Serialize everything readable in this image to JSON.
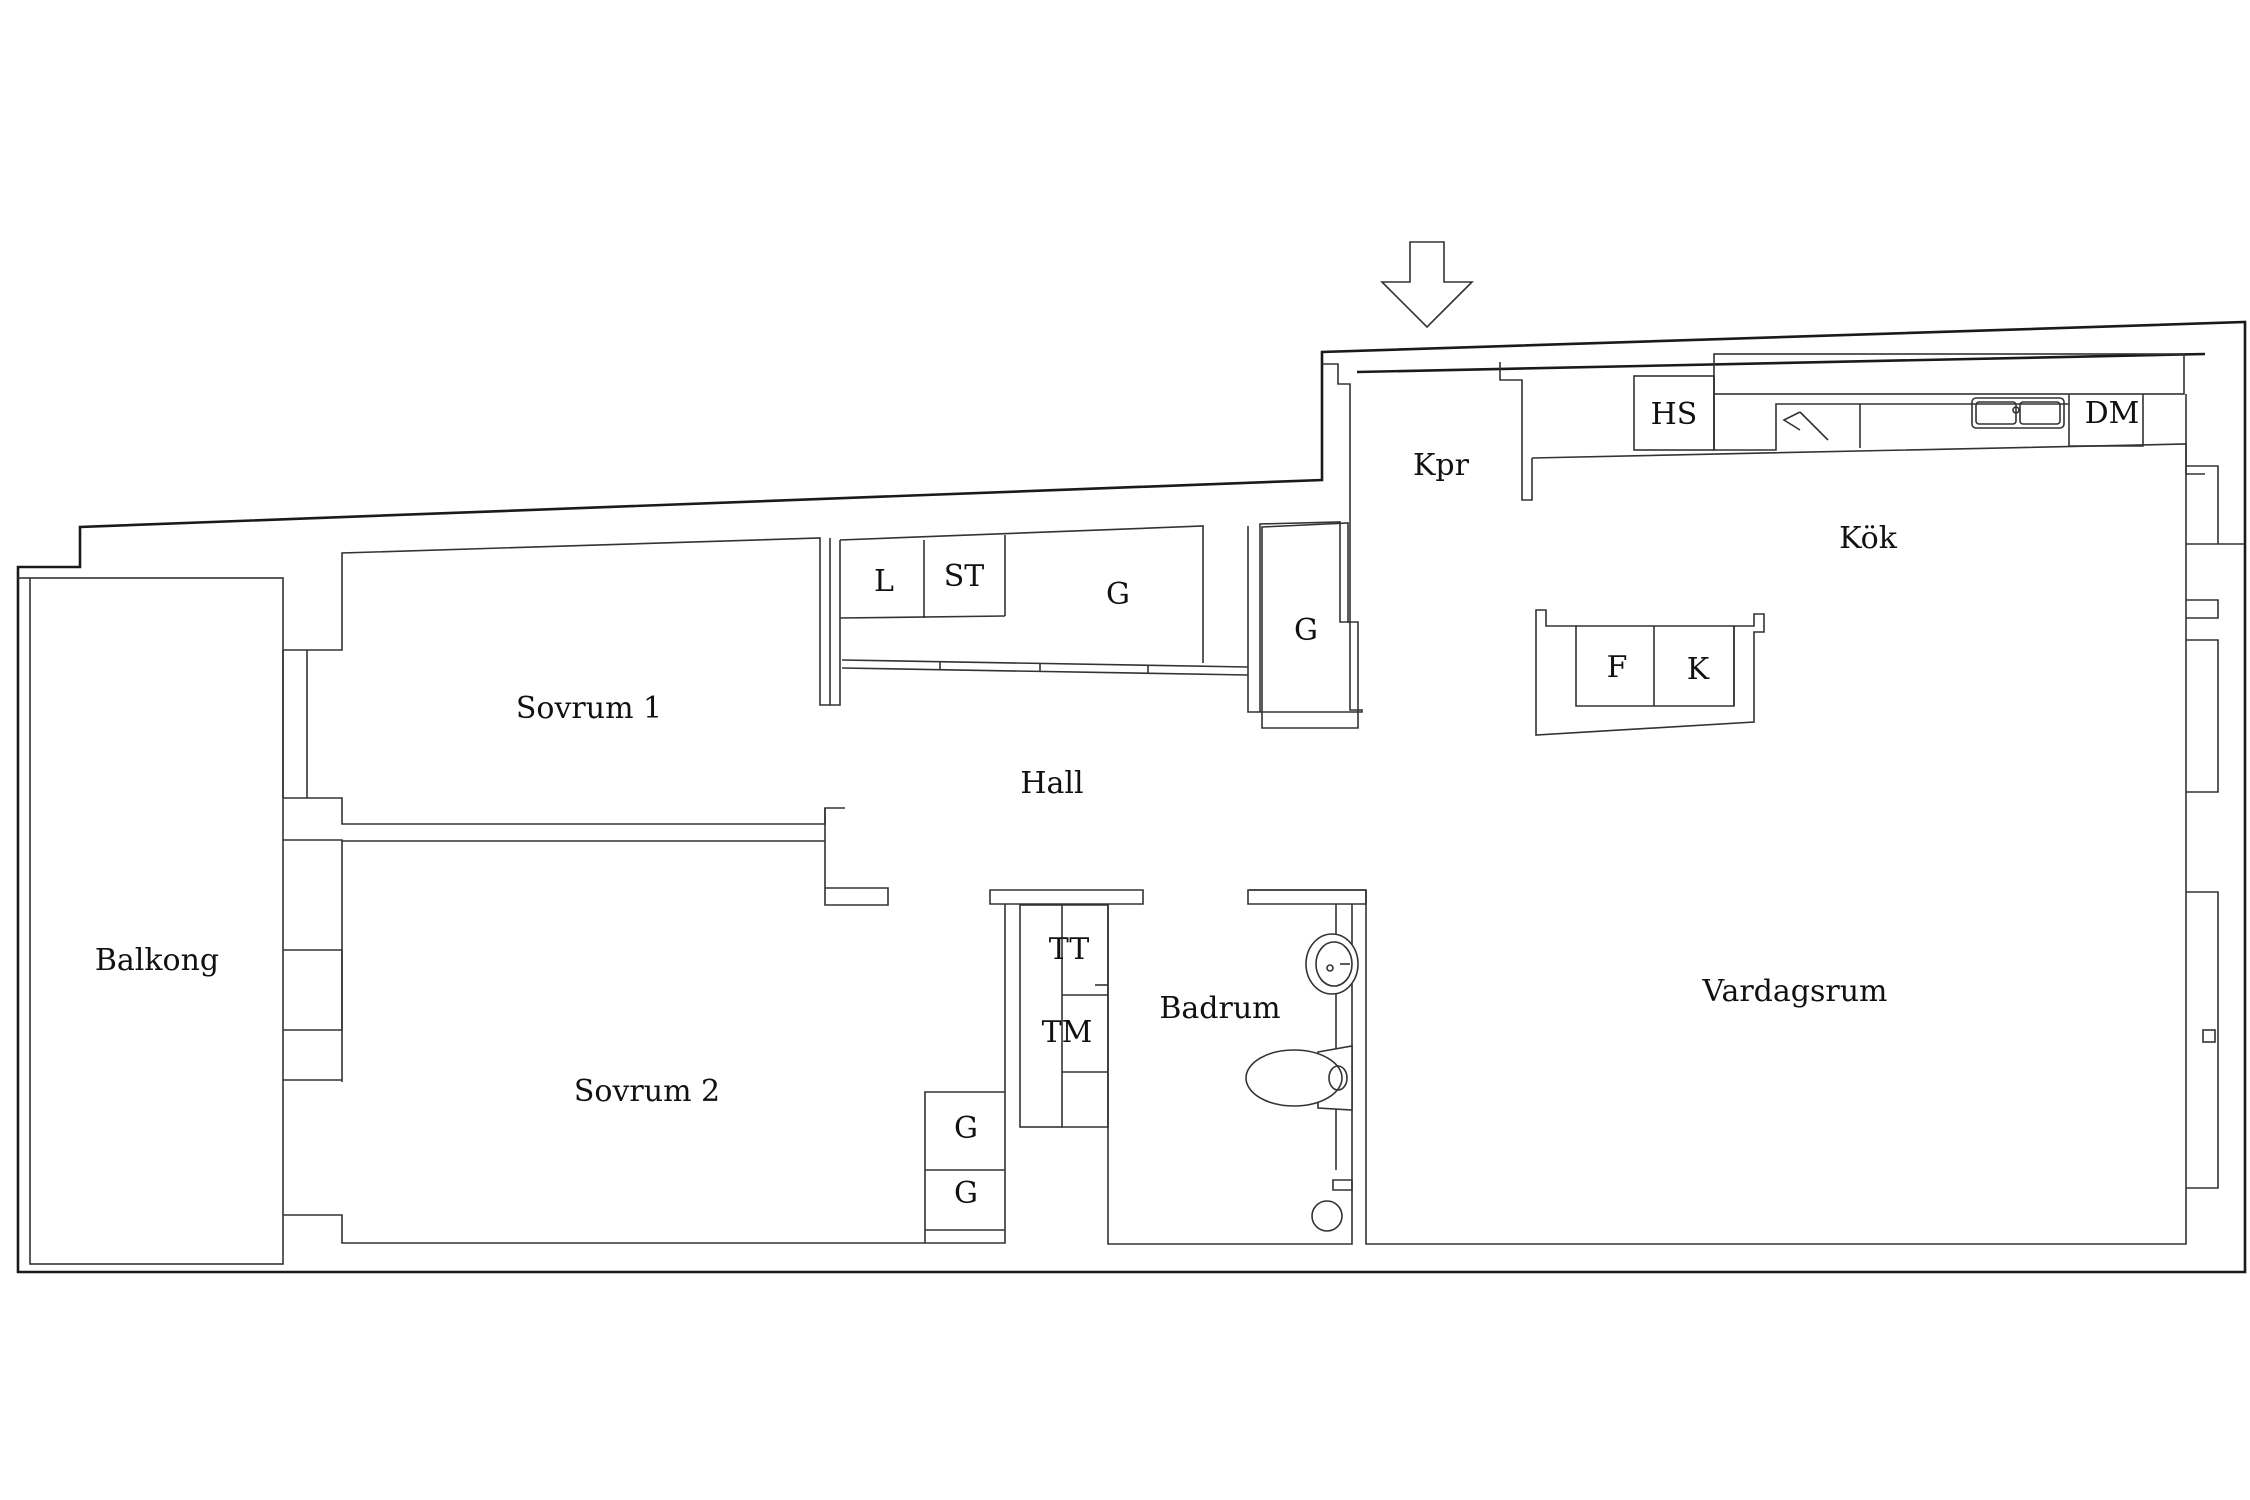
{
  "rooms": {
    "kpr": "Kpr",
    "kok": "Kök",
    "sovrum1": "Sovrum 1",
    "hall": "Hall",
    "sovrum2": "Sovrum 2",
    "badrum": "Badrum",
    "vardagsrum": "Vardagsrum",
    "balkong": "Balkong"
  },
  "fixtures": {
    "hs": "HS",
    "dm": "DM",
    "l": "L",
    "st": "ST",
    "g_hall": "G",
    "g_kpr": "G",
    "f": "F",
    "k": "K",
    "tt": "TT",
    "tm": "TM",
    "g_sov2_top": "G",
    "g_sov2_bottom": "G"
  },
  "icons": {
    "entrance": "entrance-arrow-icon",
    "sink": "sink-icon",
    "toilet": "toilet-icon",
    "kitchen_sink": "kitchen-sink-icon",
    "floor_drain": "floor-drain-icon"
  }
}
